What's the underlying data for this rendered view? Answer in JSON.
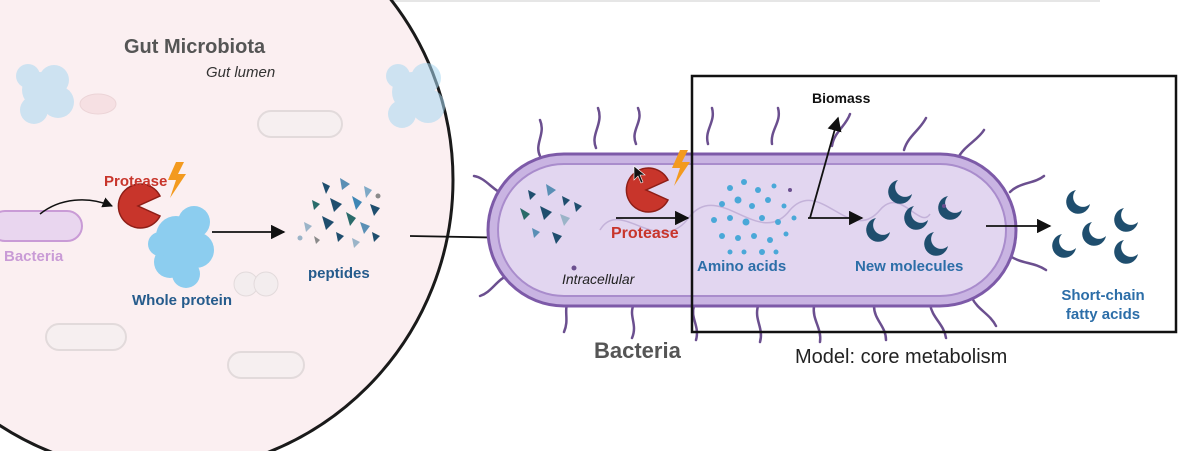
{
  "title": "Gut Microbiota",
  "subtitle": "Gut lumen",
  "labels": {
    "protease_lumen": "Protease",
    "bacteria_small": "Bacteria",
    "whole_protein": "Whole protein",
    "peptides": "peptides",
    "protease_cell": "Protease",
    "intracellular": "Intracellular",
    "amino_acids": "Amino acids",
    "new_molecules": "New molecules",
    "biomass": "Biomass",
    "scfa": "Short-chain fatty acids",
    "bacteria_big": "Bacteria",
    "model": "Model: core metabolism"
  },
  "colors": {
    "lumen_fill": "#fbeff1",
    "cell_fill": "#c9b4e2",
    "cell_outline": "#7d5aa8",
    "protease_red": "#c8352b",
    "protein_blue": "#8ccdef",
    "molecule_navy": "#1f4e6e",
    "label_blue": "#2c6ea8"
  }
}
